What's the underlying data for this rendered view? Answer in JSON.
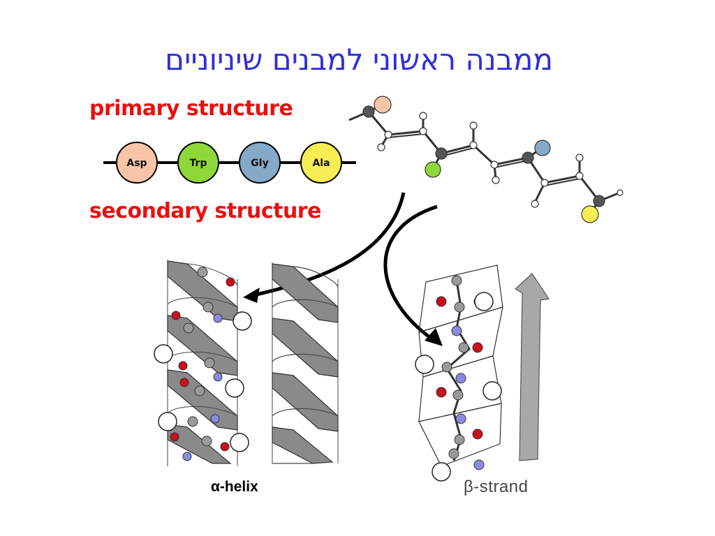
{
  "title": "ממבנה ראשוני למבנים שיניוניים",
  "labels": {
    "primary": "primary structure",
    "secondary": "secondary structure",
    "alpha": "α-helix",
    "beta": "β-strand"
  },
  "amino_acids": [
    {
      "abbr": "Asp",
      "color": "#f8c4a8"
    },
    {
      "abbr": "Trp",
      "color": "#8ed83a"
    },
    {
      "abbr": "Gly",
      "color": "#86a9c8"
    },
    {
      "abbr": "Ala",
      "color": "#f6ee52"
    }
  ],
  "colors": {
    "title": "#2f2fd8",
    "labels": "#e81010",
    "ribbon": "#8a8a8a",
    "oxygen": "#c8101e",
    "nitrogen": "#8a8ae0",
    "carbon": "#9a9a9a"
  }
}
